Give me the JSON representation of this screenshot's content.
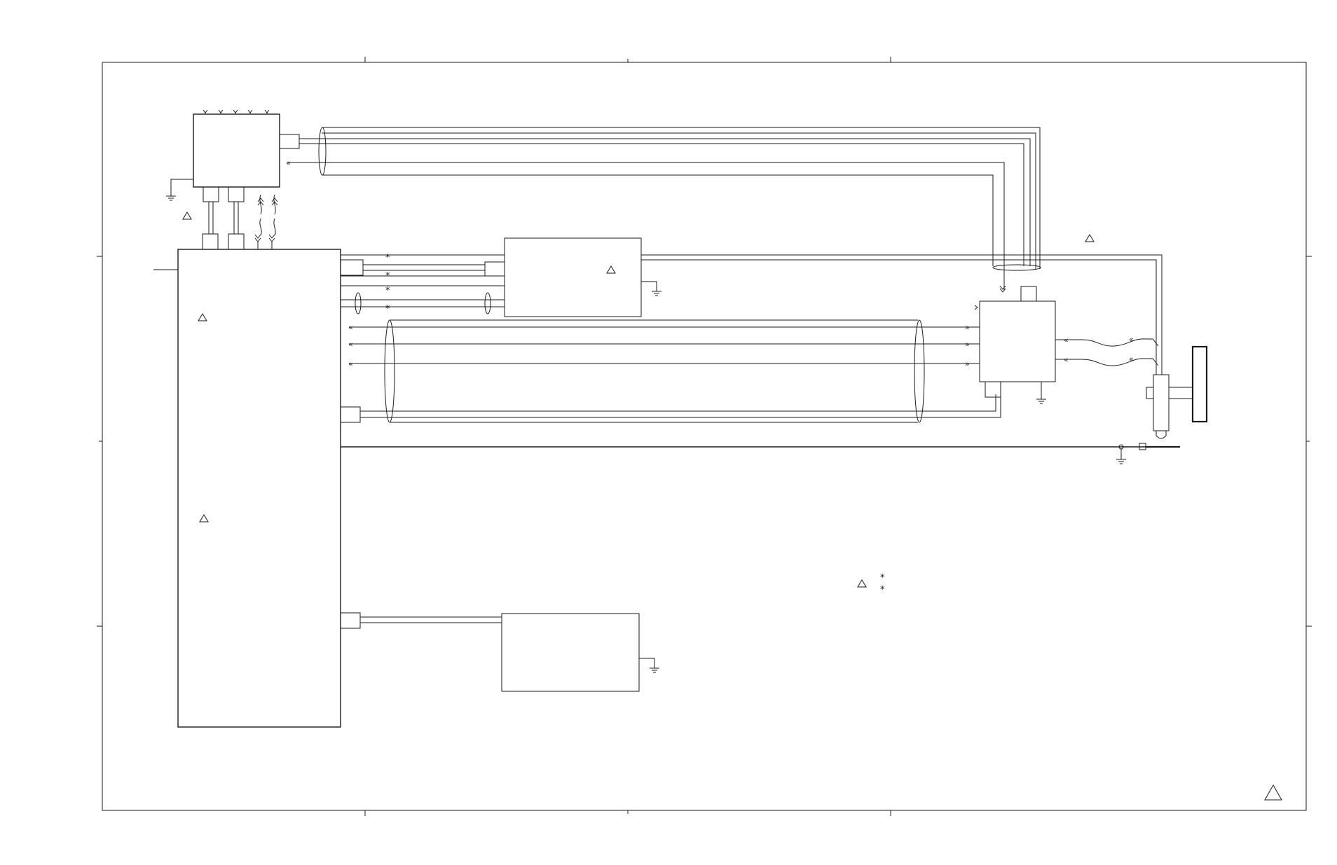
{
  "diagram": {
    "type": "wiring-schematic",
    "line_color": "#1a1a1a",
    "background_color": "#ffffff",
    "blocks": [
      "top-left-unit",
      "main-board",
      "center-module",
      "lower-center-module",
      "right-unit",
      "right-connector-assembly"
    ],
    "symbols": {
      "caution_marker": "triangle-icon",
      "asterisk_marker": "asterisk-icon",
      "ground": "ground-icon"
    },
    "legend": {
      "asterisk_1": "*",
      "asterisk_2": "*"
    },
    "asterisk_labels": [
      "*",
      "*",
      "*",
      "*"
    ]
  }
}
